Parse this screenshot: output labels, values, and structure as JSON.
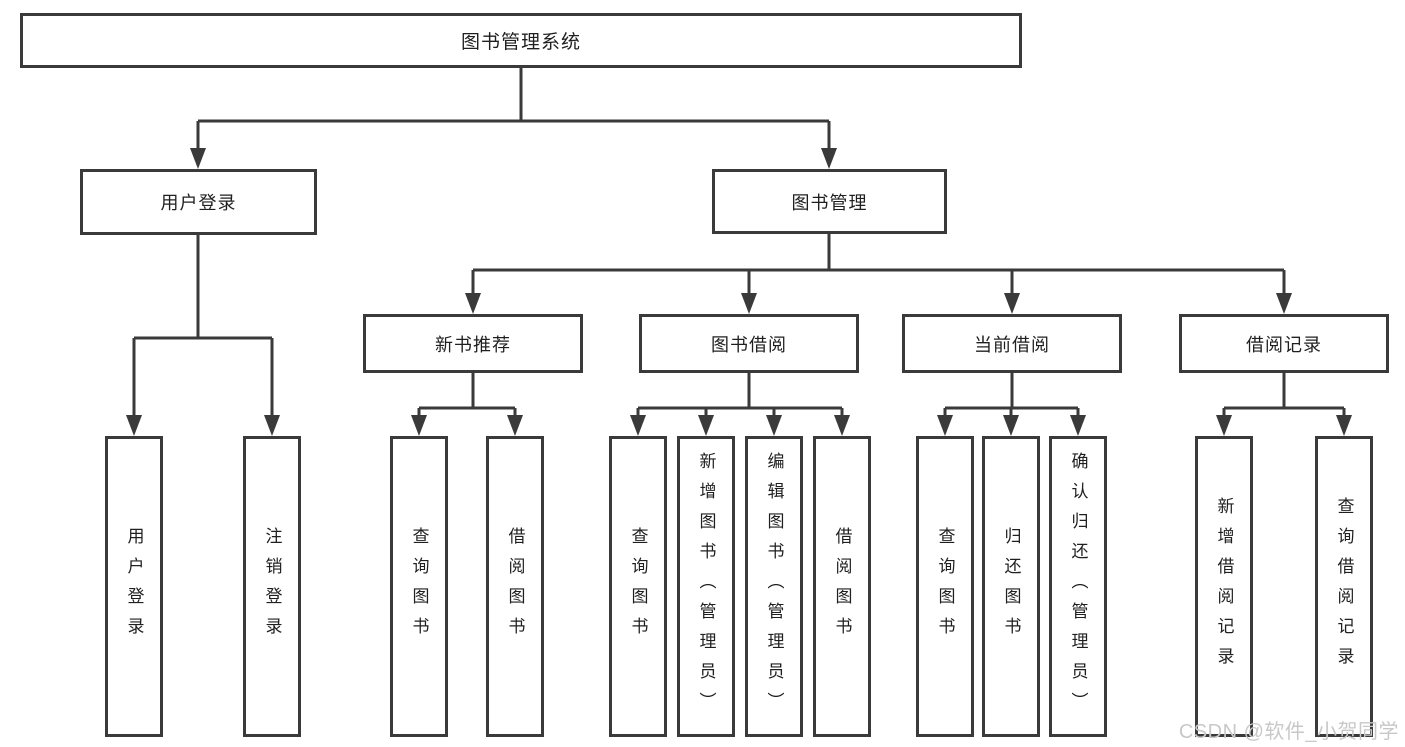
{
  "tree": {
    "label": "图书管理系统",
    "children": [
      {
        "label": "用户登录",
        "children": [
          {
            "label": "用户登录"
          },
          {
            "label": "注销登录"
          }
        ]
      },
      {
        "label": "图书管理",
        "children": [
          {
            "label": "新书推荐",
            "children": [
              {
                "label": "查询图书"
              },
              {
                "label": "借阅图书"
              }
            ]
          },
          {
            "label": "图书借阅",
            "children": [
              {
                "label": "查询图书"
              },
              {
                "label": "新增图书（管理员）"
              },
              {
                "label": "编辑图书（管理员）"
              },
              {
                "label": "借阅图书"
              }
            ]
          },
          {
            "label": "当前借阅",
            "children": [
              {
                "label": "查询图书"
              },
              {
                "label": "归还图书"
              },
              {
                "label": "确认归还（管理员）"
              }
            ]
          },
          {
            "label": "借阅记录",
            "children": [
              {
                "label": "新增借阅记录"
              },
              {
                "label": "查询借阅记录"
              }
            ]
          }
        ]
      }
    ]
  },
  "watermark": {
    "text": "CSDN @软件_小贺同学"
  },
  "colors": {
    "line": "#3a3a3a",
    "box_border": "#3a3a3a",
    "text": "#1f1f1f",
    "background": "#ffffff",
    "watermark_text": "#c8c8c8"
  }
}
